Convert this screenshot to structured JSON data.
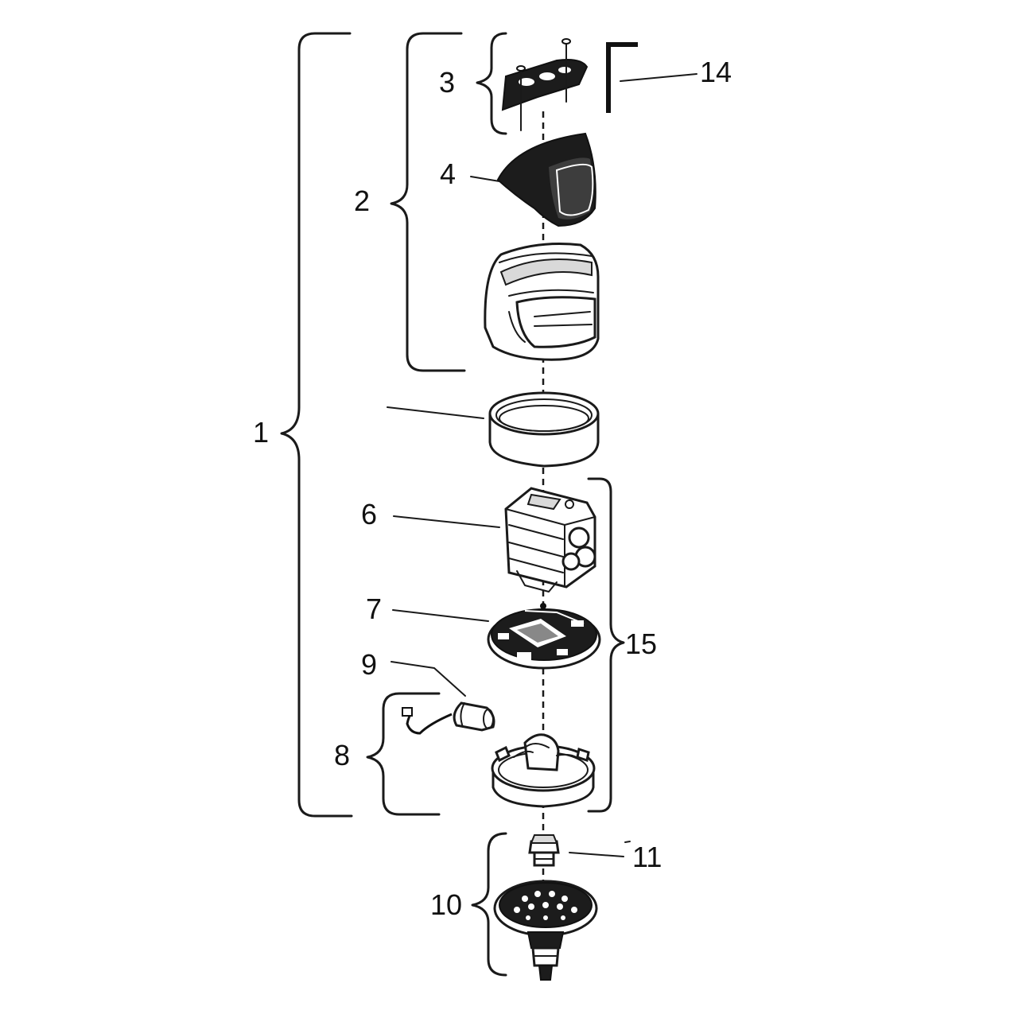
{
  "callouts": {
    "c1": "1",
    "c2": "2",
    "c3": "3",
    "c4": "4",
    "c6": "6",
    "c7": "7",
    "c8": "8",
    "c9": "9",
    "c10": "10",
    "c11": "11",
    "c14": "14",
    "c15": "15"
  },
  "parts": [
    {
      "callout": "3",
      "icon": "mounting-plate-with-screws-icon"
    },
    {
      "callout": "4",
      "icon": "cover-shell-icon"
    },
    {
      "callout": "2",
      "icon": "faucet-body-icon"
    },
    {
      "callout": "",
      "icon": "trim-ring-icon"
    },
    {
      "callout": "6",
      "icon": "valve-cartridge-icon"
    },
    {
      "callout": "7",
      "icon": "circuit-board-plate-icon"
    },
    {
      "callout": "9",
      "icon": "solenoid-icon"
    },
    {
      "callout": "8",
      "icon": "base-housing-icon"
    },
    {
      "callout": "11",
      "icon": "fitting-icon"
    },
    {
      "callout": "10",
      "icon": "filter-flange-icon"
    },
    {
      "callout": "14",
      "icon": "hex-key-icon"
    }
  ]
}
